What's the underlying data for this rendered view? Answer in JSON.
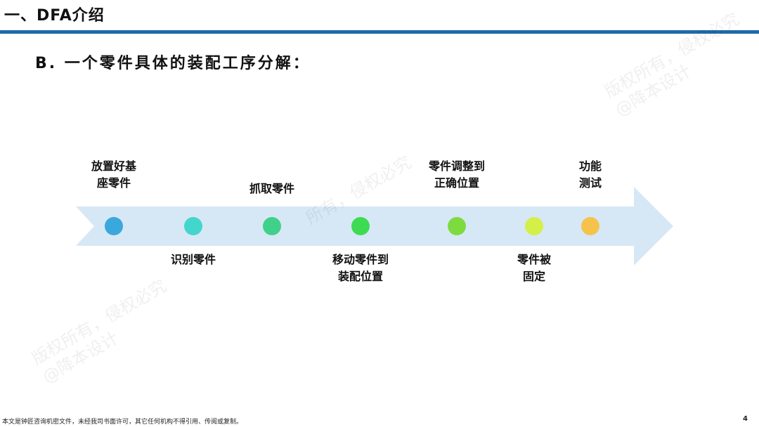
{
  "header": {
    "title": "一、DFA介绍",
    "rule_color": "#1f6aa8"
  },
  "subtitle": "B. 一个零件具体的装配工序分解：",
  "process": {
    "arrow_color": "#d6e8f6",
    "steps": [
      {
        "line1": "放置好基",
        "line2": "座零件",
        "position": "above",
        "dot_color": "#3aa8dc"
      },
      {
        "line1": "识别零件",
        "line2": "",
        "position": "below",
        "dot_color": "#43d6cc"
      },
      {
        "line1": "抓取零件",
        "line2": "",
        "position": "above",
        "dot_color": "#3fd18a"
      },
      {
        "line1": "移动零件到",
        "line2": "装配位置",
        "position": "below",
        "dot_color": "#3ddb52"
      },
      {
        "line1": "零件调整到",
        "line2": "正确位置",
        "position": "above",
        "dot_color": "#7ddb3f"
      },
      {
        "line1": "零件被",
        "line2": "固定",
        "position": "below",
        "dot_color": "#d4ef48"
      },
      {
        "line1": "功能",
        "line2": "测试",
        "position": "above",
        "dot_color": "#f5c34b"
      }
    ]
  },
  "watermarks": [
    {
      "line1": "版权所有，侵权必究",
      "line2": "@降本设计"
    },
    {
      "line1": "版权所有，侵权必究",
      "line2": "@降本设计"
    },
    {
      "line1": "所有，侵权必究",
      "line2": ""
    }
  ],
  "footer": {
    "note": "本文是钟匠咨询机密文件，未经我司书面许可，其它任何机构不得引用、传阅或复制。",
    "page_number": "4"
  }
}
